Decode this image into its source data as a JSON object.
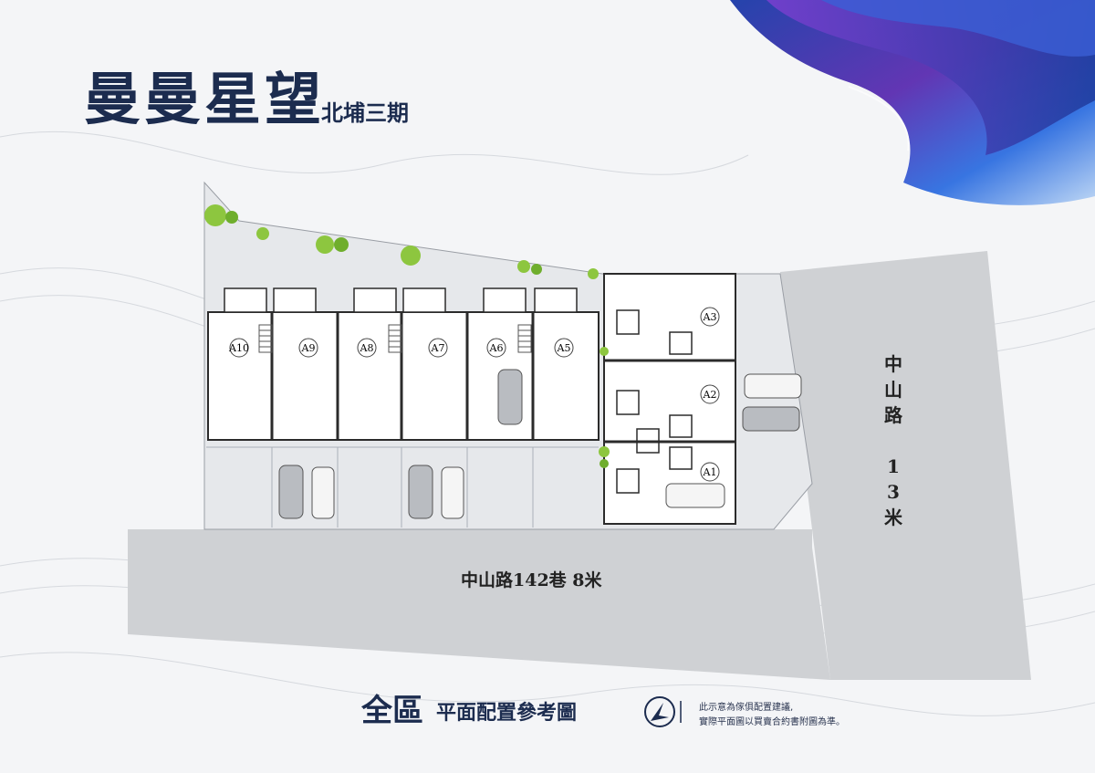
{
  "title": "曼曼星望",
  "subtitle": "北埔三期",
  "footer": {
    "main": "全區",
    "sub": "平面配置參考圖",
    "disclaimer_line1": "此示意為傢俱配置建議,",
    "disclaimer_line2": "實際平面圖以買賣合約書附圖為準。"
  },
  "roads": {
    "main_road_name": "中山路",
    "main_road_width": "13米",
    "lane": "中山路142巷  8米"
  },
  "units_top_row": [
    "A10",
    "A9",
    "A8",
    "A7",
    "A6",
    "A5"
  ],
  "units_right_col": [
    "A3",
    "A2",
    "A1"
  ],
  "colors": {
    "navy": "#1c2c4f",
    "road_gray": "#cfd1d4",
    "lot_gray": "#e4e6e9",
    "unit_fill": "#ffffff",
    "wall": "#2b2b2b",
    "tree_green": "#8dc63f",
    "swirl_blue": "#2a4fc0",
    "swirl_purple": "#6a2fb0"
  },
  "icons": [
    "compass-icon",
    "car-icon",
    "tree-icon",
    "stair-icon",
    "toilet-icon"
  ]
}
